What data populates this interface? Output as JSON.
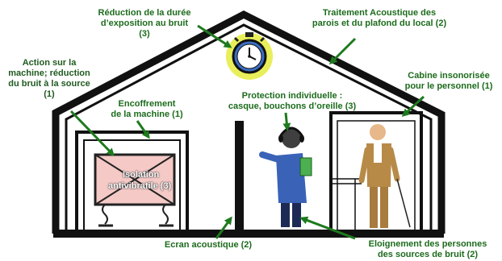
{
  "labels": {
    "exposure": [
      "Réduction de la durée",
      "d’exposition au bruit",
      "(3)"
    ],
    "acoustic": [
      "Traitement Acoustique des",
      "parois et du plafond du local (2)"
    ],
    "source": [
      "Action sur la",
      "machine; réduction",
      "du bruit à la source",
      "(1)"
    ],
    "cabin": [
      "Cabine insonorisée",
      "pour le personnel (1)"
    ],
    "enclosure": [
      "Encoffrement",
      "de la machine (1)"
    ],
    "protection": [
      "Protection individuelle :",
      "casque, bouchons d’oreille (3)"
    ],
    "isolation": [
      "Isolation",
      "antivibratile (3)"
    ],
    "screen": [
      "Ecran acoustique (2)"
    ],
    "distance": [
      "Eloignement des personnes",
      "des sources de bruit (2)"
    ]
  },
  "icons": {
    "clock": "stopwatch-icon",
    "worker": "worker-with-ear-protection-icon",
    "person": "standing-person-with-cane-icon"
  },
  "colors": {
    "house": "#111111",
    "arrow": "#1e7a1e",
    "label": "#1c6b1c",
    "machine_fill": "#f4c9c6",
    "clock_bg": "#e8ef5a",
    "clock_face": "#3a6fc4"
  }
}
